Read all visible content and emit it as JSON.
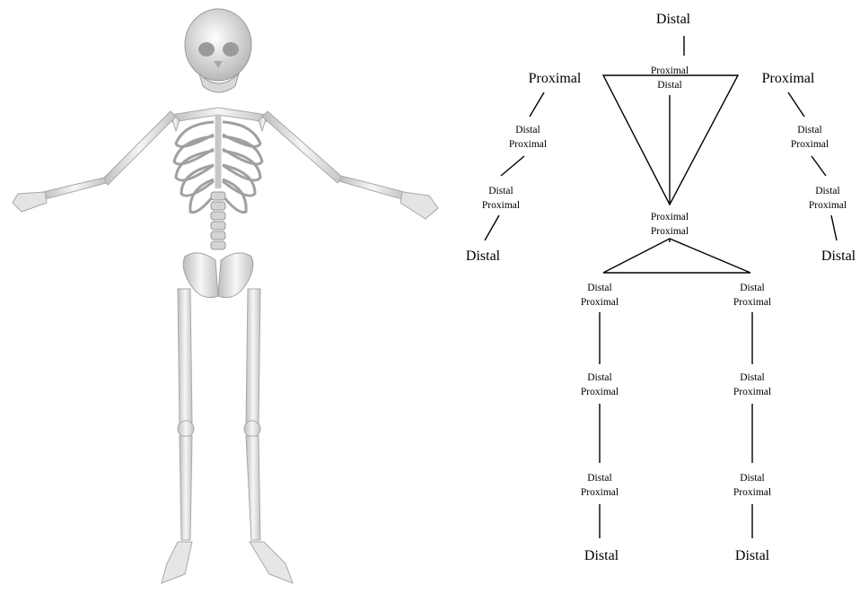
{
  "figure": {
    "left_image": {
      "alt_hidden": true
    },
    "nodes": {
      "head_distal": "Distal",
      "neck_top": "Proximal",
      "neck_bottom": "Distal",
      "left_shoulder_proximal": "Proximal",
      "left_elbow_top": "Distal",
      "left_elbow_bottom": "Proximal",
      "left_wrist_top": "Distal",
      "left_wrist_bottom": "Proximal",
      "left_hand_distal": "Distal",
      "right_shoulder_proximal": "Proximal",
      "right_elbow_top": "Distal",
      "right_elbow_bottom": "Proximal",
      "right_wrist_top": "Distal",
      "right_wrist_bottom": "Proximal",
      "right_hand_distal": "Distal",
      "pelvis_top": "Proximal",
      "pelvis_bottom": "Proximal",
      "left_hip_top": "Distal",
      "left_hip_bottom": "Proximal",
      "left_knee_top": "Distal",
      "left_knee_bottom": "Proximal",
      "left_ankle_top": "Distal",
      "left_ankle_bottom": "Proximal",
      "left_foot_distal": "Distal",
      "right_hip_top": "Distal",
      "right_hip_bottom": "Proximal",
      "right_knee_top": "Distal",
      "right_knee_bottom": "Proximal",
      "right_ankle_top": "Distal",
      "right_ankle_bottom": "Proximal",
      "right_foot_distal": "Distal"
    }
  }
}
